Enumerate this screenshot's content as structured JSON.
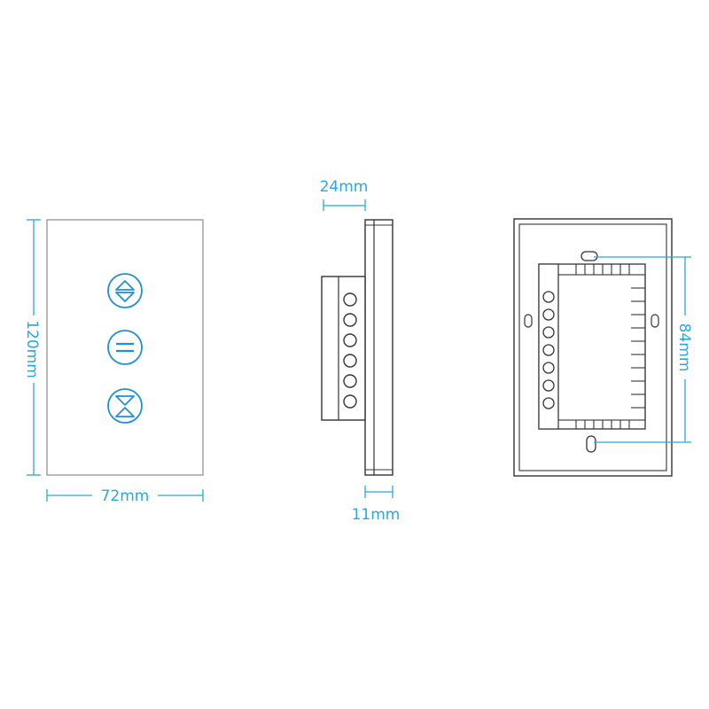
{
  "colors": {
    "dimension": "#29a8dc",
    "outline": "#333333",
    "icon": "#1e8fd8"
  },
  "dimensions": {
    "height": "120mm",
    "width": "72mm",
    "depth_total": "24mm",
    "depth_panel": "11mm",
    "mount_spacing": "84mm"
  },
  "icons": {
    "open": "up-down-triangle-icon",
    "stop": "pause-bars-icon",
    "close": "hourglass-triangle-icon"
  }
}
